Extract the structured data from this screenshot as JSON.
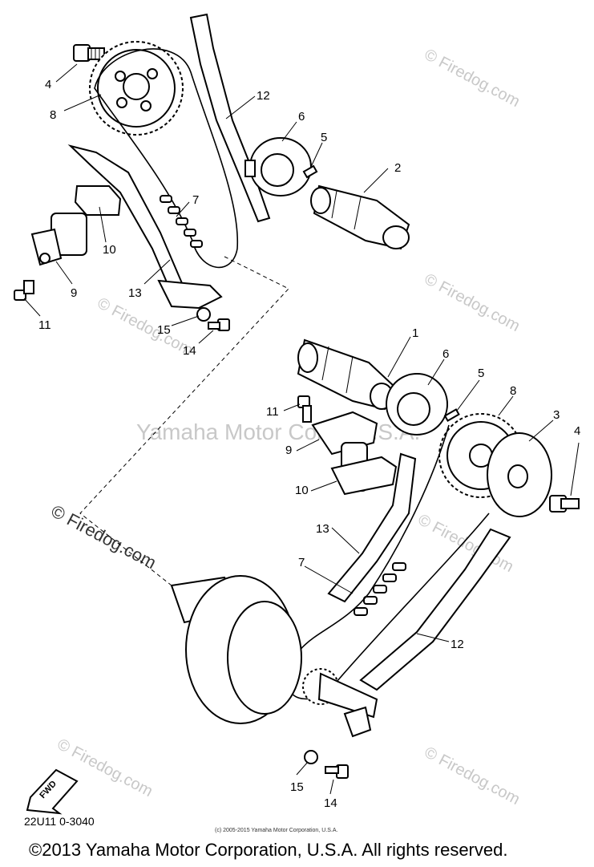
{
  "watermarks": {
    "firedog": "© Firedog.com",
    "center": "Yamaha Motor Corp., U.S.A."
  },
  "diagram": {
    "code": "22U11 0-3040",
    "fwd_label": "FWD",
    "upper_callouts": {
      "c4": "4",
      "c8": "8",
      "c12": "12",
      "c6": "6",
      "c5": "5",
      "c2": "2",
      "c7": "7",
      "c10": "10",
      "c9": "9",
      "c13": "13",
      "c11": "11",
      "c15": "15",
      "c14": "14"
    },
    "lower_callouts": {
      "c1": "1",
      "c6": "6",
      "c5": "5",
      "c8": "8",
      "c3": "3",
      "c4": "4",
      "c11": "11",
      "c9": "9",
      "c10": "10",
      "c13": "13",
      "c7": "7",
      "c12": "12",
      "c15": "15",
      "c14": "14"
    }
  },
  "footer": {
    "small_copyright": "(c) 2005-2015 Yamaha Motor Corporation, U.S.A.",
    "copyright": "©2013 Yamaha Motor Corporation, U.S.A. All rights reserved."
  },
  "colors": {
    "line": "#000000",
    "watermark": "#c8c8c8",
    "background": "#ffffff"
  }
}
